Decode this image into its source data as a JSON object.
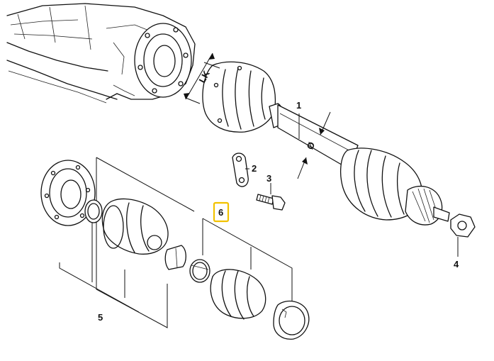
{
  "diagram": {
    "parts": [
      {
        "id": "part-1",
        "label": "1"
      },
      {
        "id": "part-2",
        "label": "2"
      },
      {
        "id": "part-3",
        "label": "3"
      },
      {
        "id": "part-4",
        "label": "4"
      },
      {
        "id": "part-5",
        "label": "5"
      },
      {
        "id": "part-6",
        "label": "6",
        "highlighted": true
      }
    ],
    "dimensions": {
      "joint_length": "LK",
      "shaft_diameter": "Ø"
    },
    "highlight_color": "#f2c200"
  }
}
